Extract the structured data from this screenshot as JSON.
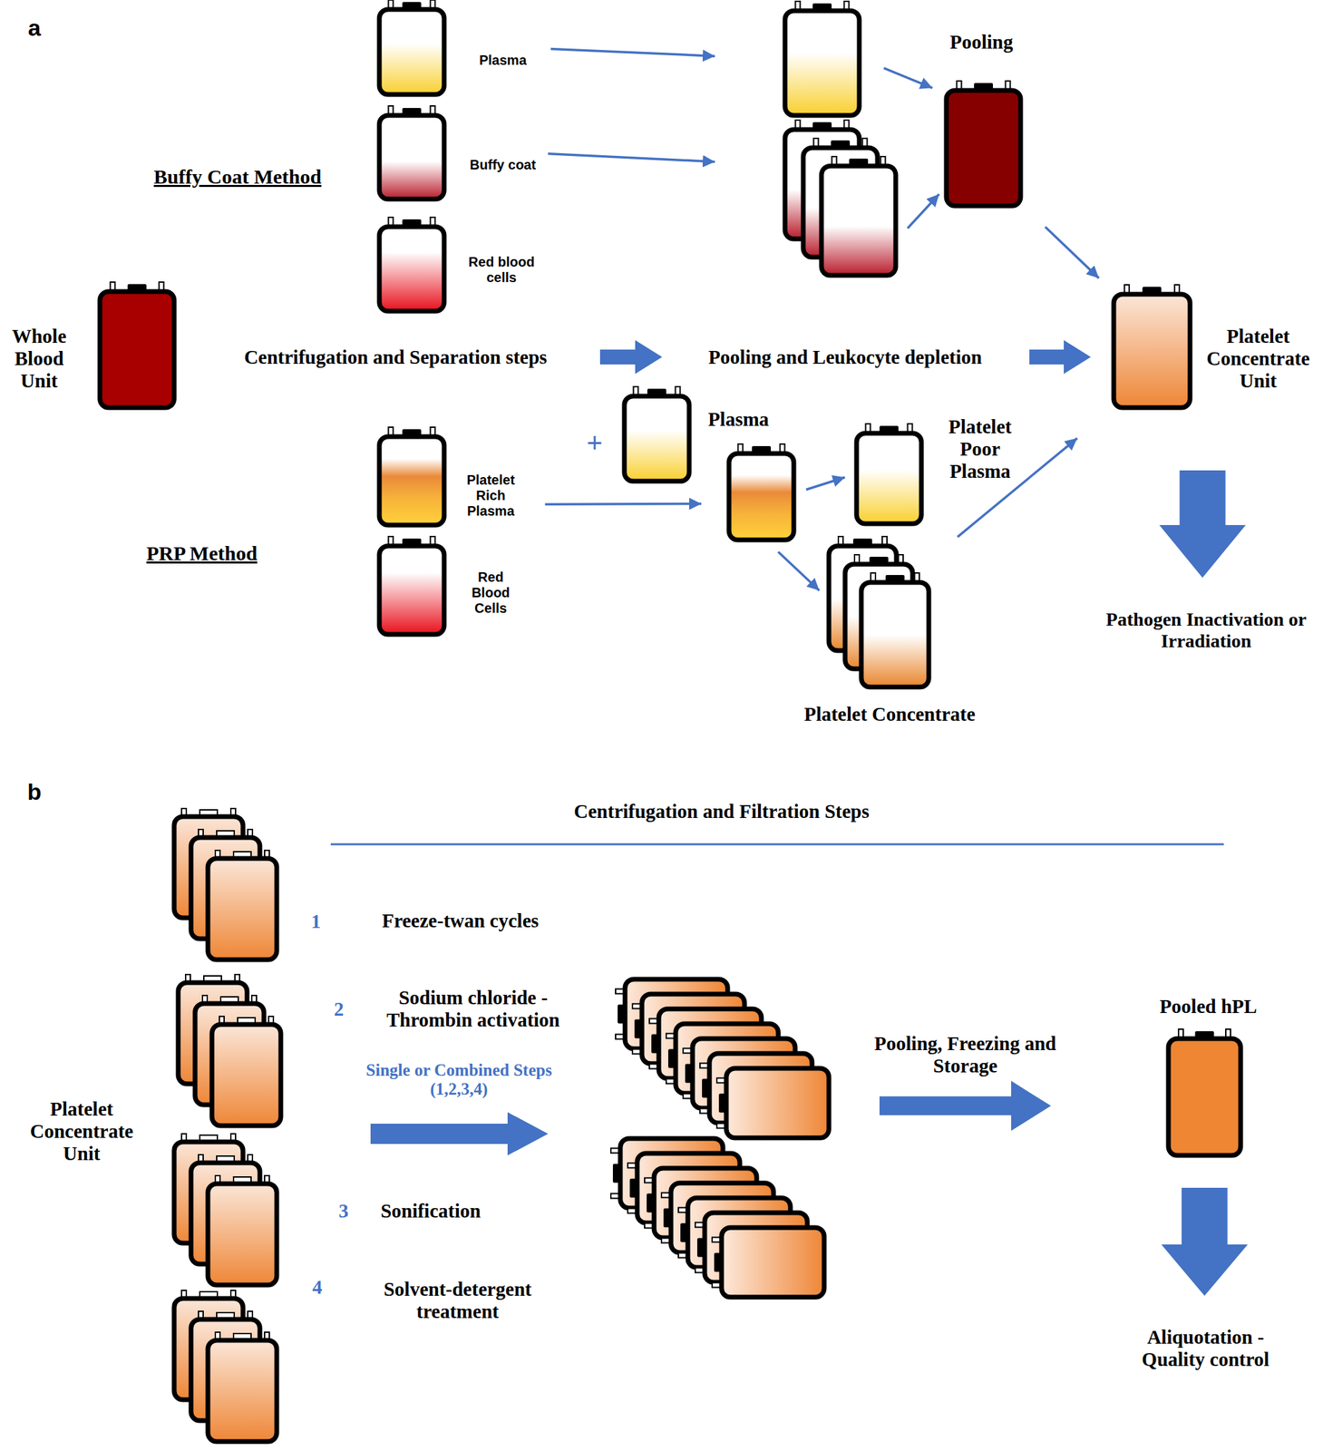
{
  "diagram": {
    "nodes": [
      {
        "text": [
          "Whole Blood Unit"
        ]
      },
      {
        "text": [
          "Plasma"
        ]
      },
      {
        "text": [
          "Buffy coat"
        ]
      },
      {
        "text": [
          "Red blood cells"
        ]
      },
      {
        "text": []
      },
      {
        "text": []
      },
      {
        "text": [
          "Pooling"
        ]
      },
      {
        "text": [
          "Platelet Concentrate Unit"
        ]
      },
      {
        "text": [
          "Pathogen Inactivation or Irradiation"
        ]
      },
      {
        "text": [
          "Platelet Rich Plasma"
        ]
      },
      {
        "text": [
          "Red Blood Cells"
        ]
      },
      {
        "text": [
          "Plasma"
        ]
      },
      {
        "text": []
      },
      {
        "text": [
          "Platelet Poor Plasma"
        ]
      },
      {
        "text": [
          "Platelet Concentrate"
        ]
      },
      {
        "text": []
      },
      {
        "text": [
          "Pooled hPL"
        ]
      },
      {
        "text": [
          "Aliquotation - Quality control"
        ]
      }
    ],
    "edges": [
      {
        "from": 1,
        "to": 4,
        "arrow": "to"
      },
      {
        "from": 2,
        "to": 5,
        "arrow": "to"
      },
      {
        "from": 4,
        "to": 6,
        "arrow": "to"
      },
      {
        "from": 5,
        "to": 6,
        "arrow": "to"
      },
      {
        "from": 6,
        "to": 7,
        "arrow": "to"
      },
      {
        "from": 7,
        "to": 8,
        "arrow": "to"
      },
      {
        "from": 9,
        "to": 12,
        "arrow": "to"
      },
      {
        "from": 12,
        "to": 13,
        "arrow": "to"
      },
      {
        "from": 12,
        "to": 14,
        "arrow": "to"
      },
      {
        "from": 14,
        "to": 7,
        "arrow": "to"
      },
      {
        "from": 15,
        "to": 16,
        "label": "Pooling, Freezing and Storage",
        "arrow": "to"
      },
      {
        "from": 16,
        "to": 17,
        "arrow": "to"
      }
    ],
    "labels": [
      "a",
      "Buffy Coat Method",
      "Centrifugation and Separation steps",
      "Pooling and Leukocyte depletion",
      "+",
      "PRP Method",
      "b",
      "Centrifugation and Filtration Steps",
      "1",
      "Freeze-twan cycles",
      "2",
      "Sodium chloride - Thrombin activation",
      "Single or Combined Steps (1,2,3,4)",
      "3",
      "Sonification",
      "4",
      "Solvent-detergent treatment",
      "Platelet Concentrate Unit"
    ]
  }
}
